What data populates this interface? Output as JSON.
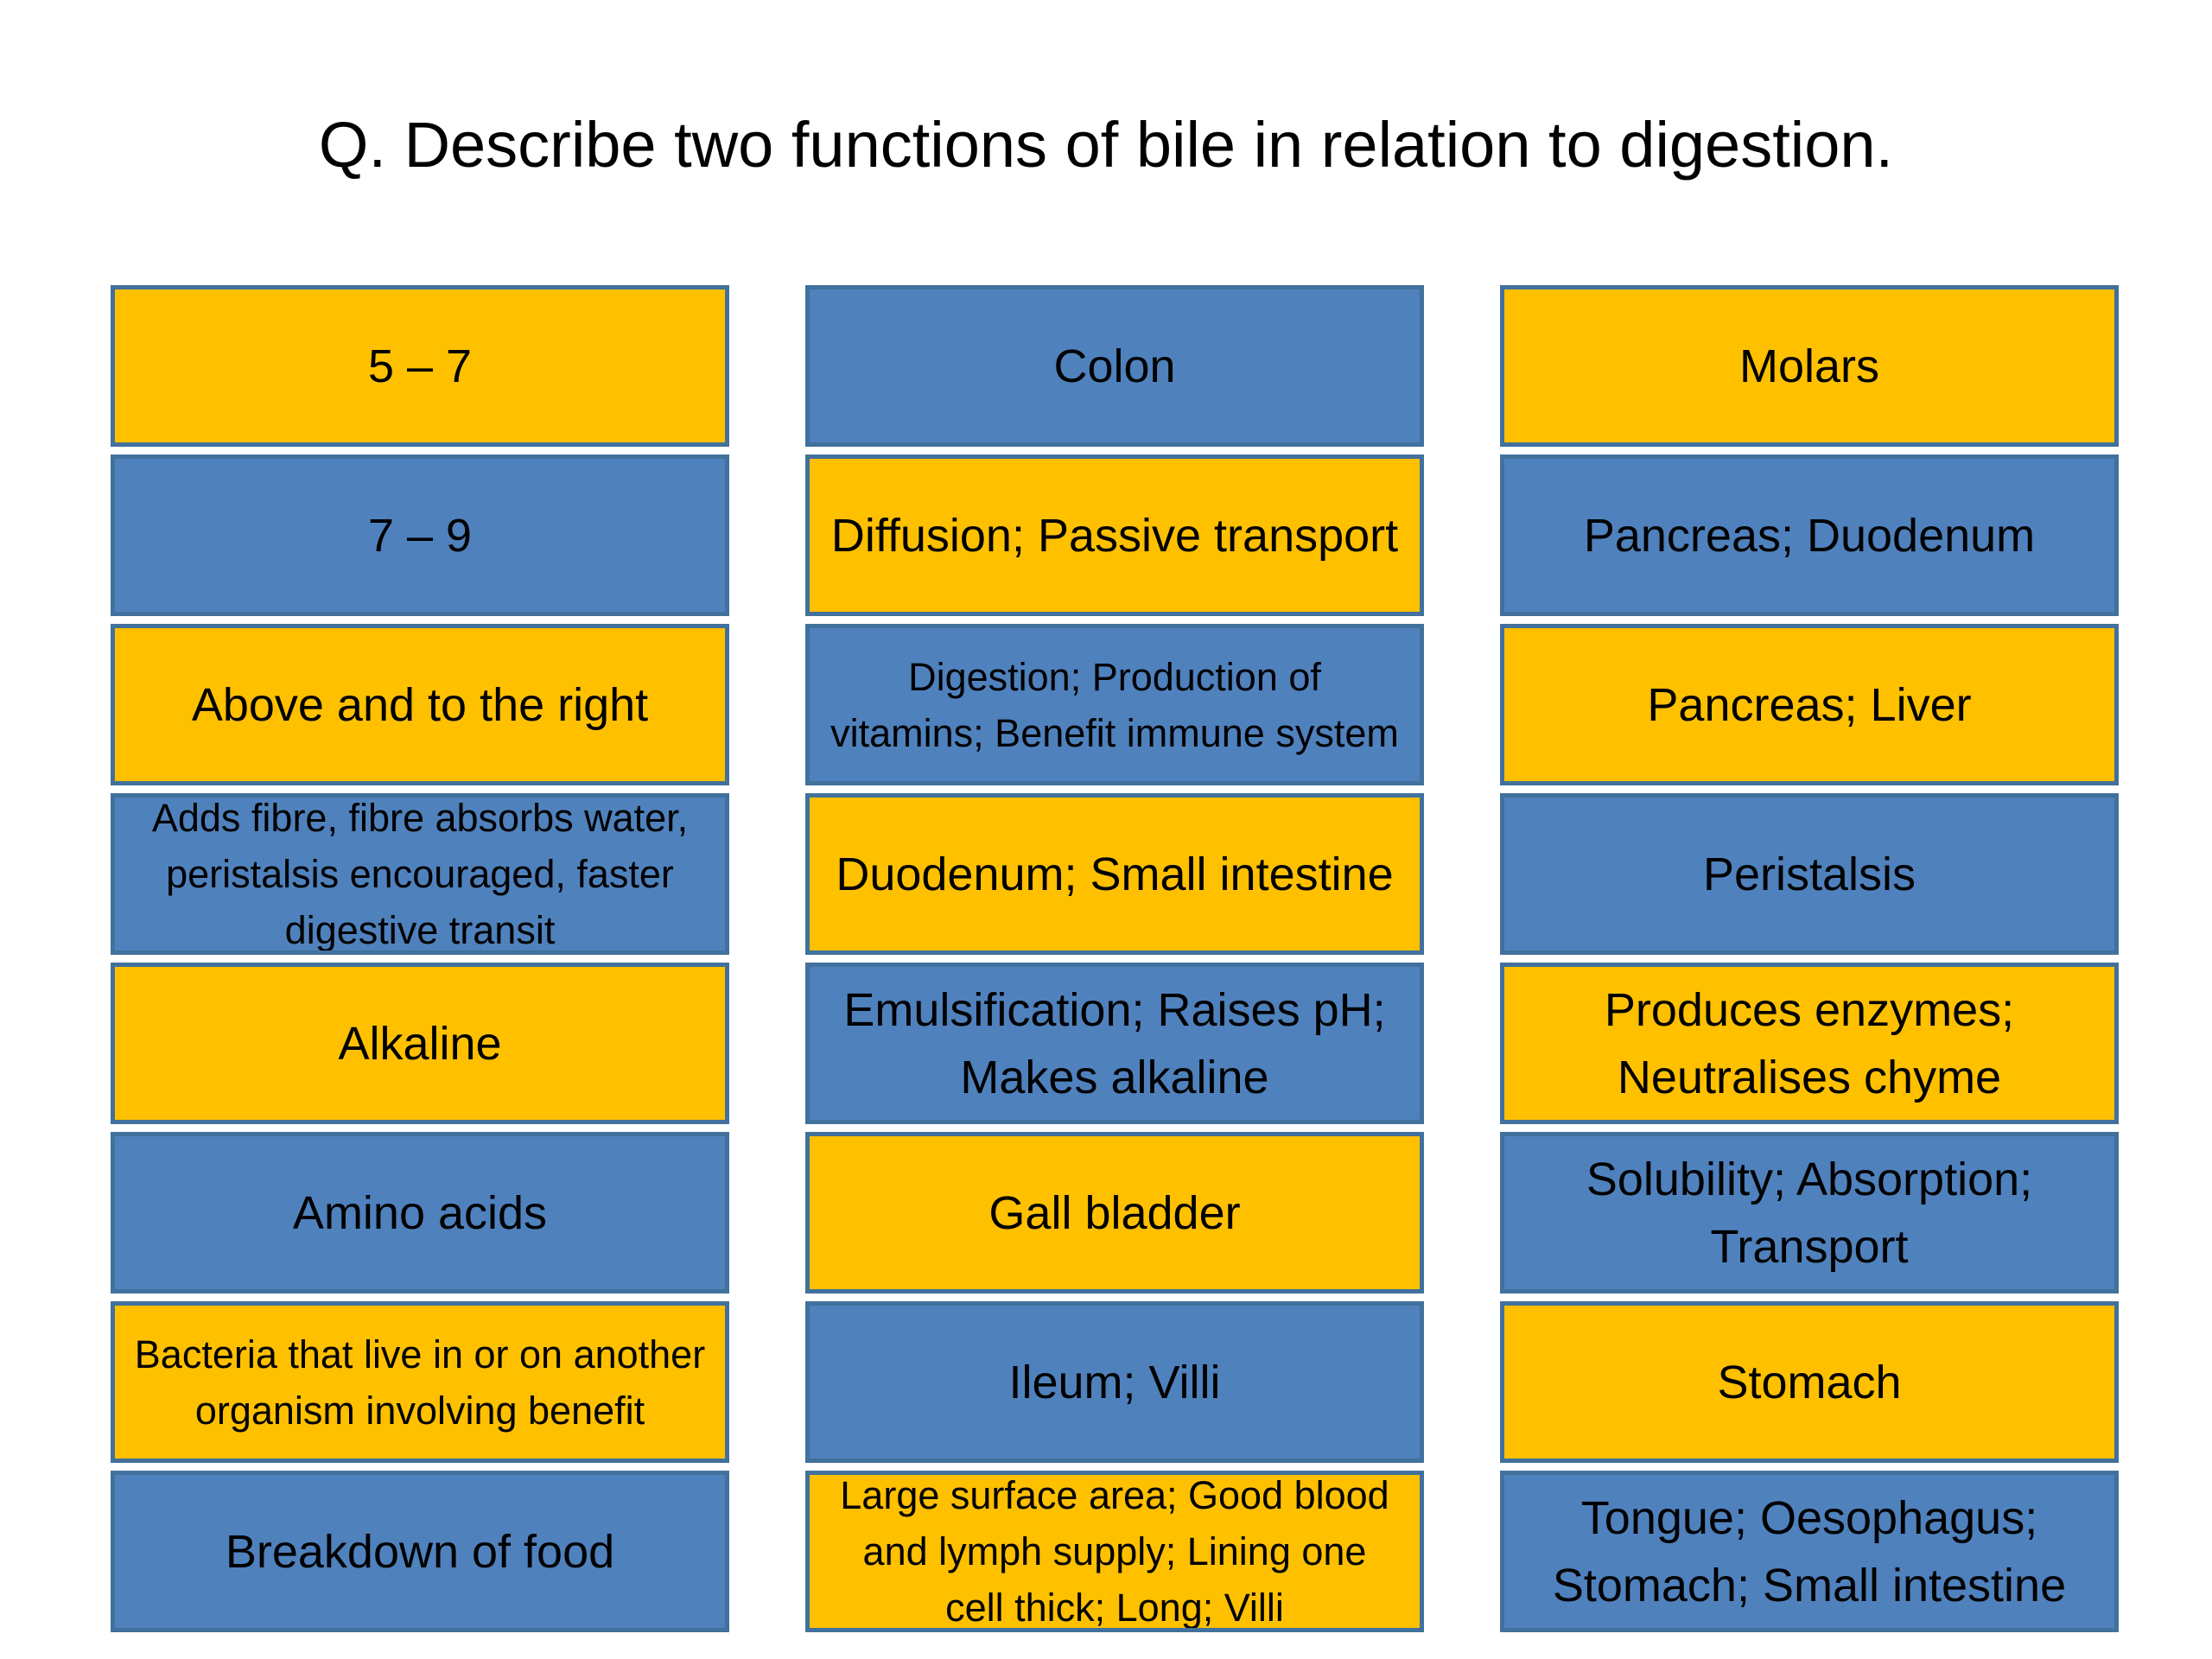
{
  "title": "Q. Describe two functions of bile in relation to digestion.",
  "colors": {
    "yellow": "#ffc000",
    "blue": "#4f81bd",
    "border": "#41719c"
  },
  "columns": [
    [
      "5 – 7",
      "7 – 9",
      "Above and to the right",
      "Adds fibre, fibre absorbs water, peristalsis encouraged, faster digestive transit",
      "Alkaline",
      "Amino acids",
      "Bacteria that live in or on another organism involving benefit",
      "Breakdown of food"
    ],
    [
      "Colon",
      "Diffusion; Passive transport",
      "Digestion; Production of vitamins; Benefit immune system",
      "Duodenum; Small intestine",
      "Emulsification; Raises pH; Makes alkaline",
      "Gall bladder",
      "Ileum; Villi",
      "Large surface area; Good blood and lymph supply; Lining one cell thick; Long; Villi"
    ],
    [
      "Molars",
      "Pancreas; Duodenum",
      "Pancreas; Liver",
      "Peristalsis",
      "Produces enzymes; Neutralises chyme",
      "Solubility; Absorption; Transport",
      "Stomach",
      "Tongue; Oesophagus; Stomach; Small intestine"
    ]
  ]
}
